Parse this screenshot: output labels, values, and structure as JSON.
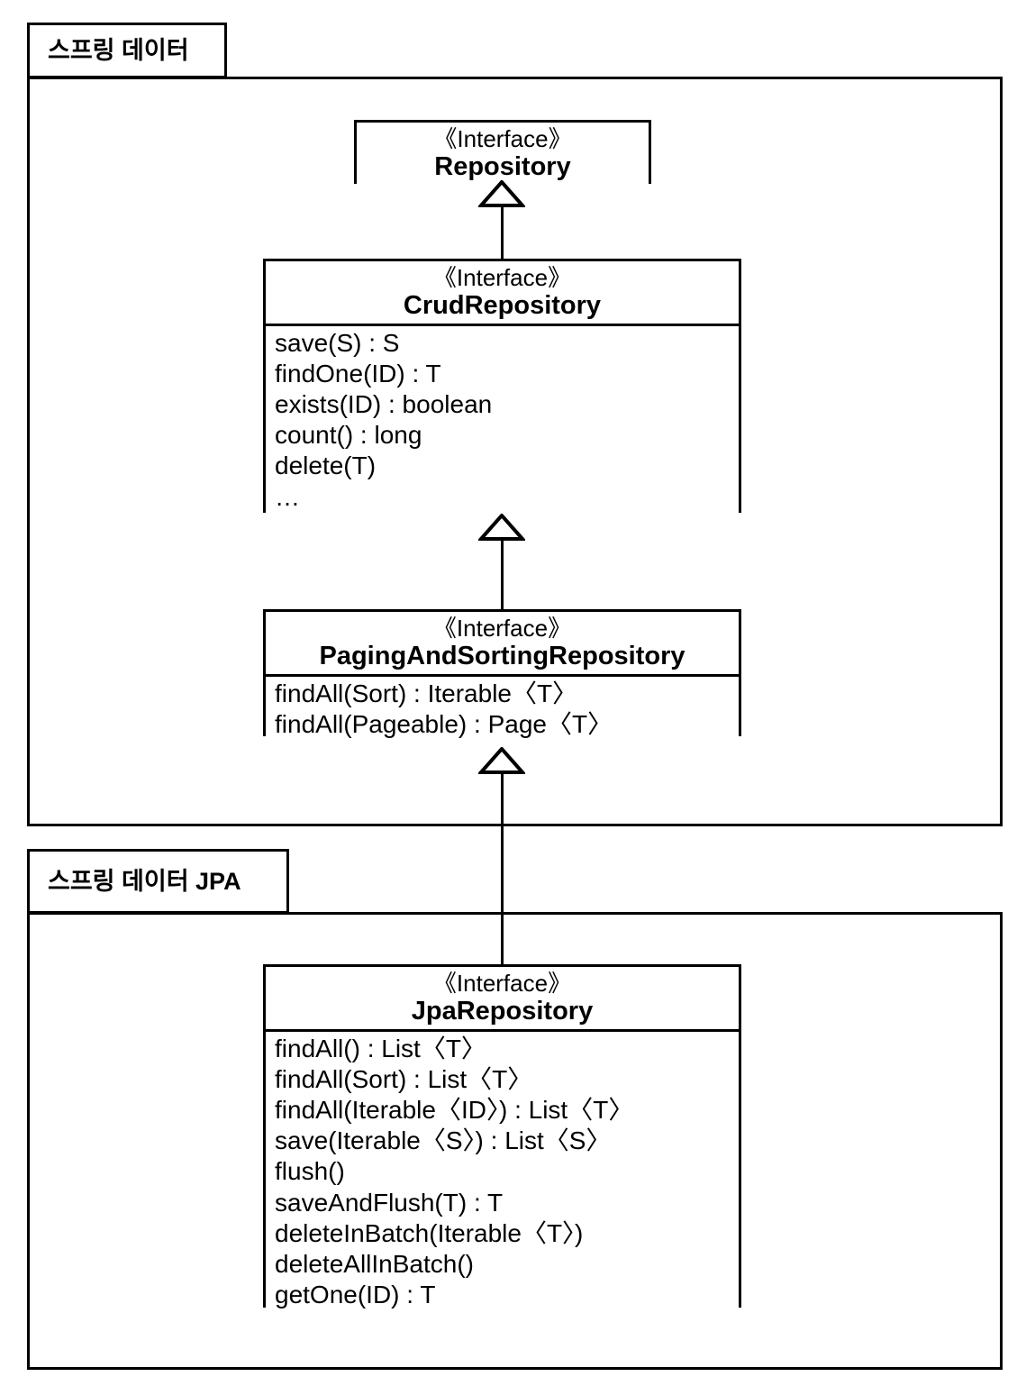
{
  "diagram": {
    "title_hidden": "",
    "packages": [
      {
        "id": "spring-data",
        "label": "스프링 데이터"
      },
      {
        "id": "spring-data-jpa",
        "label": "스프링 데이터 JPA"
      }
    ],
    "stereotype": "《Interface》",
    "classes": [
      {
        "id": "repository",
        "stereotype": "《Interface》",
        "name": "Repository",
        "members": []
      },
      {
        "id": "crud-repository",
        "stereotype": "《Interface》",
        "name": "CrudRepository",
        "members": [
          "save(S) : S",
          "findOne(ID) : T",
          "exists(ID) : boolean",
          "count() : long",
          "delete(T)",
          "…"
        ]
      },
      {
        "id": "paging-and-sorting-repository",
        "stereotype": "《Interface》",
        "name": "PagingAndSortingRepository",
        "members": [
          "findAll(Sort) : Iterable〈T〉",
          "findAll(Pageable) : Page〈T〉"
        ]
      },
      {
        "id": "jpa-repository",
        "stereotype": "《Interface》",
        "name": "JpaRepository",
        "members": [
          "findAll() : List〈T〉",
          "findAll(Sort) : List〈T〉",
          "findAll(Iterable〈ID〉) : List〈T〉",
          "save(Iterable〈S〉) : List〈S〉",
          "flush()",
          "saveAndFlush(T) : T",
          "deleteInBatch(Iterable〈T〉)",
          "deleteAllInBatch()",
          "getOne(ID) : T"
        ]
      }
    ],
    "relationships": [
      {
        "id": "crud-to-repository",
        "type": "generalization",
        "from": "CrudRepository",
        "to": "Repository"
      },
      {
        "id": "paging-to-crud",
        "type": "generalization",
        "from": "PagingAndSortingRepository",
        "to": "CrudRepository"
      },
      {
        "id": "jpa-to-paging",
        "type": "generalization",
        "from": "JpaRepository",
        "to": "PagingAndSortingRepository"
      }
    ],
    "colors": {
      "line": "#000000",
      "background": "#ffffff",
      "text": "#000000"
    }
  }
}
